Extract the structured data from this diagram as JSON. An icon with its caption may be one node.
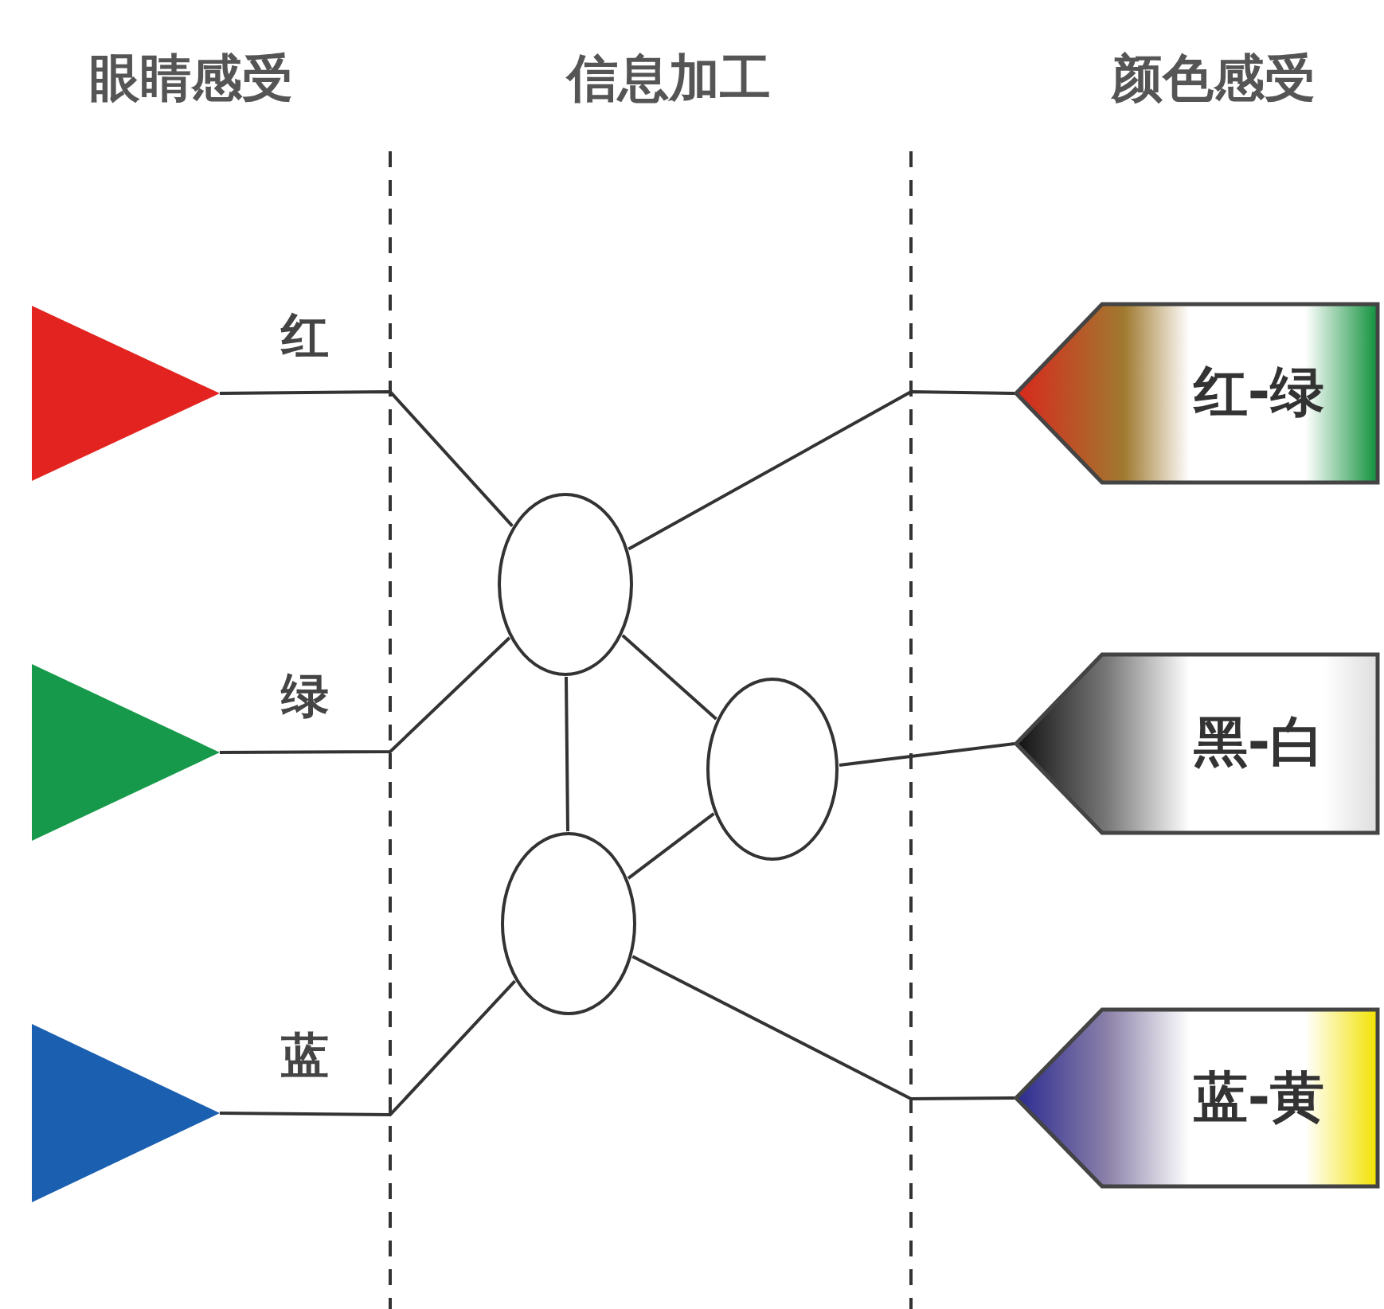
{
  "diagram": {
    "nodes": [
      {
        "text": [],
        "shape": "triangle"
      },
      {
        "text": [],
        "shape": "triangle"
      },
      {
        "text": [],
        "shape": "triangle"
      },
      {
        "text": [],
        "shape": "circle"
      },
      {
        "text": [],
        "shape": "circle"
      },
      {
        "text": [],
        "shape": "circle"
      },
      {
        "text": [
          "红-绿"
        ]
      },
      {
        "text": [
          "黑-白"
        ]
      },
      {
        "text": [
          "蓝-黄"
        ]
      }
    ],
    "edges": [
      {
        "from": 0,
        "to": 3,
        "arrow": "none",
        "label": "红"
      },
      {
        "from": 1,
        "to": 3,
        "arrow": "none",
        "label": "绿"
      },
      {
        "from": 2,
        "to": 5,
        "arrow": "none",
        "label": "蓝"
      },
      {
        "from": 3,
        "to": 5,
        "arrow": "none"
      },
      {
        "from": 3,
        "to": 4,
        "arrow": "none"
      },
      {
        "from": 5,
        "to": 4,
        "arrow": "none"
      },
      {
        "from": 3,
        "to": 6,
        "arrow": "none"
      },
      {
        "from": 4,
        "to": 7,
        "arrow": "none"
      },
      {
        "from": 5,
        "to": 8,
        "arrow": "none"
      }
    ],
    "labels": [
      "眼睛感受",
      "信息加工",
      "颜色感受"
    ]
  }
}
